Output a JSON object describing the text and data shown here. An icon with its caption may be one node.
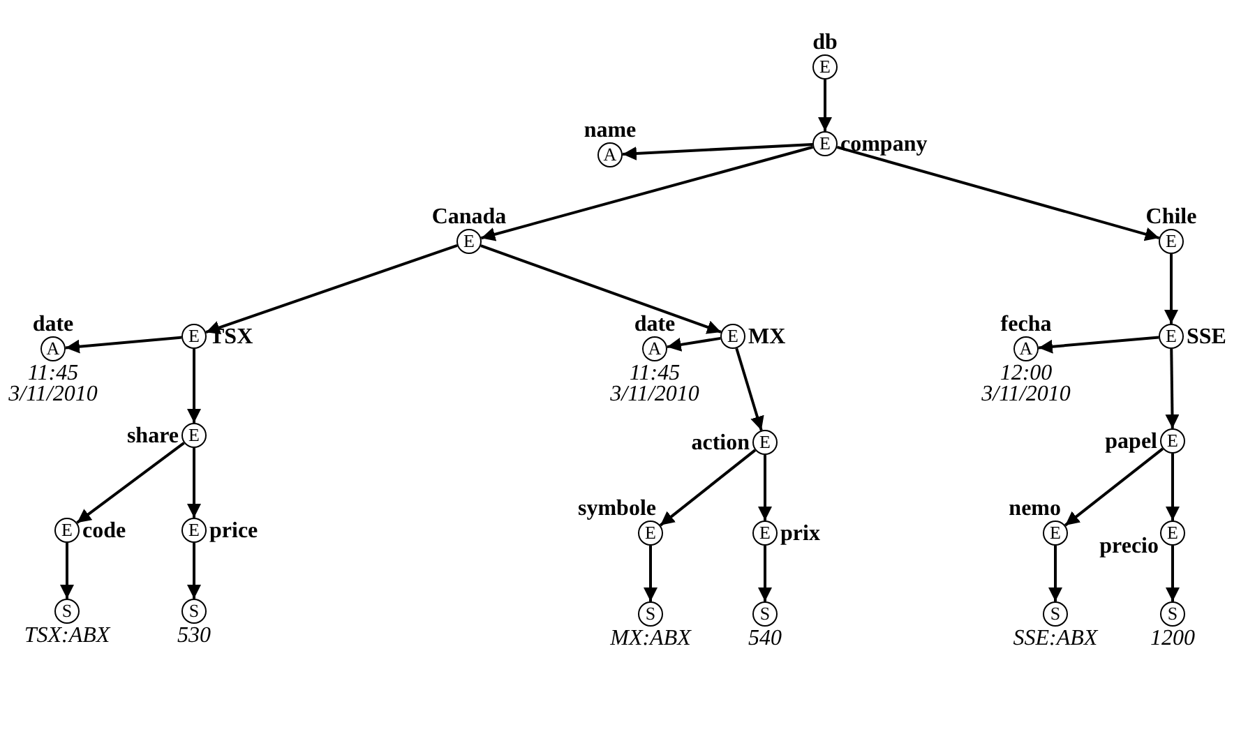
{
  "diagram": {
    "nodes": [
      {
        "text": [
          "E"
        ],
        "beside": [
          "db"
        ]
      },
      {
        "text": [
          "E"
        ],
        "beside": [
          "company"
        ]
      },
      {
        "text": [
          "A"
        ],
        "beside": [
          "name"
        ]
      },
      {
        "text": [
          "E"
        ],
        "beside": [
          "Canada"
        ]
      },
      {
        "text": [
          "E"
        ],
        "beside": [
          "Chile"
        ]
      },
      {
        "text": [
          "E"
        ],
        "beside": [
          "TSX"
        ]
      },
      {
        "text": [
          "A"
        ],
        "beside": [
          "date",
          "11:45 3/11/2010"
        ]
      },
      {
        "text": [
          "E"
        ],
        "beside": [
          "MX"
        ]
      },
      {
        "text": [
          "A"
        ],
        "beside": [
          "date",
          "11:45 3/11/2010"
        ]
      },
      {
        "text": [
          "E"
        ],
        "beside": [
          "SSE"
        ]
      },
      {
        "text": [
          "A"
        ],
        "beside": [
          "fecha",
          "12:00 3/11/2010"
        ]
      },
      {
        "text": [
          "E"
        ],
        "beside": [
          "share"
        ]
      },
      {
        "text": [
          "E"
        ],
        "beside": [
          "action"
        ]
      },
      {
        "text": [
          "E"
        ],
        "beside": [
          "papel"
        ]
      },
      {
        "text": [
          "E"
        ],
        "beside": [
          "code"
        ]
      },
      {
        "text": [
          "E"
        ],
        "beside": [
          "price"
        ]
      },
      {
        "text": [
          "E"
        ],
        "beside": [
          "symbole"
        ]
      },
      {
        "text": [
          "E"
        ],
        "beside": [
          "prix"
        ]
      },
      {
        "text": [
          "E"
        ],
        "beside": [
          "nemo"
        ]
      },
      {
        "text": [
          "E"
        ],
        "beside": [
          "precio"
        ]
      },
      {
        "text": [
          "S"
        ],
        "beside": [
          "TSX:ABX"
        ]
      },
      {
        "text": [
          "S"
        ],
        "beside": [
          "530"
        ]
      },
      {
        "text": [
          "S"
        ],
        "beside": [
          "MX:ABX"
        ]
      },
      {
        "text": [
          "S"
        ],
        "beside": [
          "540"
        ]
      },
      {
        "text": [
          "S"
        ],
        "beside": [
          "SSE:ABX"
        ]
      },
      {
        "text": [
          "S"
        ],
        "beside": [
          "1200"
        ]
      }
    ],
    "edges": [
      {
        "from": 0,
        "to": 1,
        "arrow": "to"
      },
      {
        "from": 1,
        "to": 2,
        "arrow": "to"
      },
      {
        "from": 1,
        "to": 3,
        "arrow": "to"
      },
      {
        "from": 1,
        "to": 4,
        "arrow": "to"
      },
      {
        "from": 3,
        "to": 5,
        "arrow": "to"
      },
      {
        "from": 3,
        "to": 7,
        "arrow": "to"
      },
      {
        "from": 4,
        "to": 9,
        "arrow": "to"
      },
      {
        "from": 5,
        "to": 6,
        "arrow": "to"
      },
      {
        "from": 5,
        "to": 11,
        "arrow": "to"
      },
      {
        "from": 7,
        "to": 8,
        "arrow": "to"
      },
      {
        "from": 7,
        "to": 12,
        "arrow": "to"
      },
      {
        "from": 9,
        "to": 10,
        "arrow": "to"
      },
      {
        "from": 9,
        "to": 13,
        "arrow": "to"
      },
      {
        "from": 11,
        "to": 14,
        "arrow": "to"
      },
      {
        "from": 11,
        "to": 15,
        "arrow": "to"
      },
      {
        "from": 12,
        "to": 16,
        "arrow": "to"
      },
      {
        "from": 12,
        "to": 17,
        "arrow": "to"
      },
      {
        "from": 13,
        "to": 18,
        "arrow": "to"
      },
      {
        "from": 13,
        "to": 19,
        "arrow": "to"
      },
      {
        "from": 14,
        "to": 20,
        "arrow": "to"
      },
      {
        "from": 15,
        "to": 21,
        "arrow": "to"
      },
      {
        "from": 16,
        "to": 22,
        "arrow": "to"
      },
      {
        "from": 17,
        "to": 23,
        "arrow": "to"
      },
      {
        "from": 18,
        "to": 24,
        "arrow": "to"
      },
      {
        "from": 19,
        "to": 25,
        "arrow": "to"
      }
    ]
  }
}
